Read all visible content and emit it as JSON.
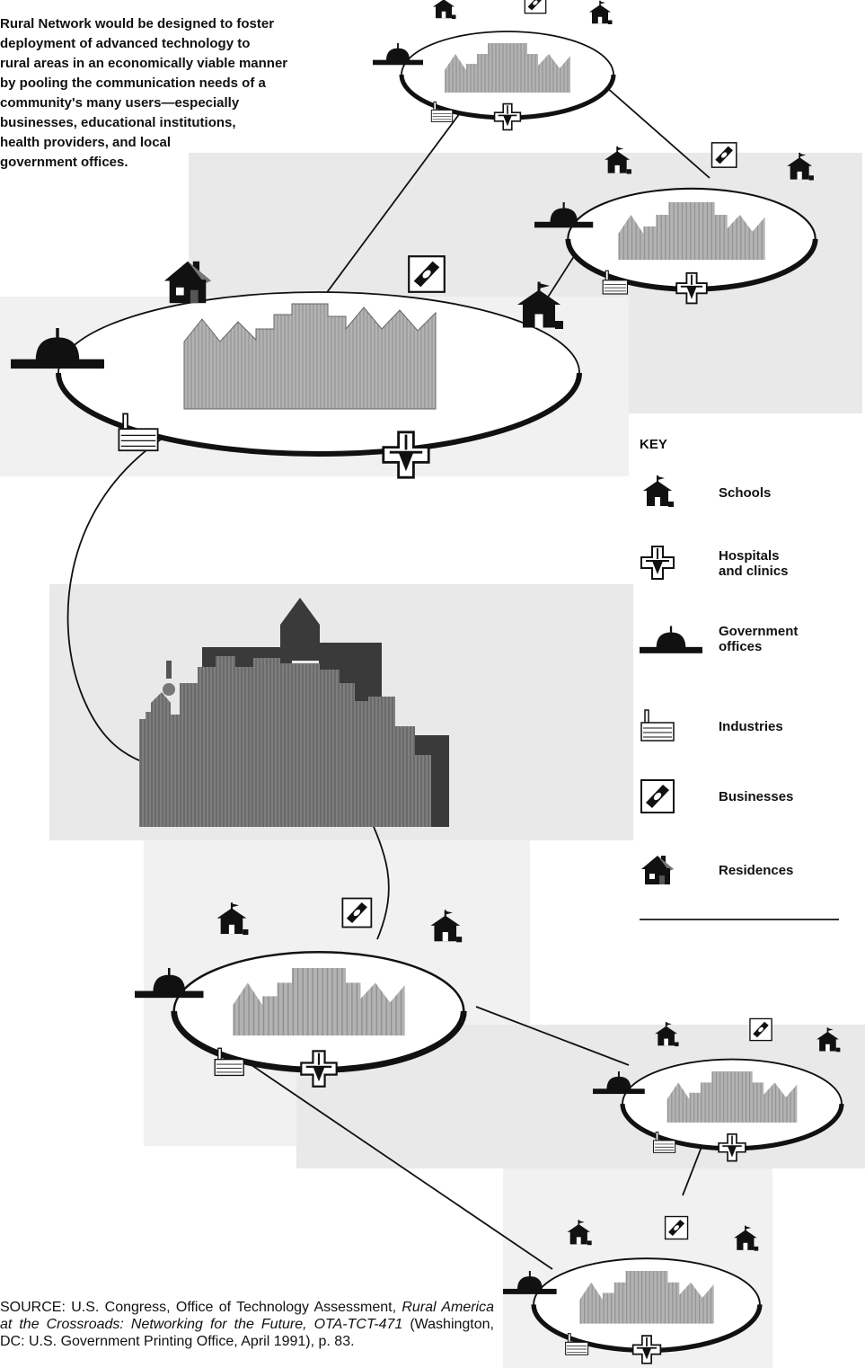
{
  "description": "Rural Network would be designed to foster\ndeployment of advanced technology to\nrural areas in an economically viable manner\nby pooling the communication needs of a\ncommunity's many users—especially\nbusinesses, educational institutions,\nhealth providers, and local\ngovernment offices.",
  "key": {
    "title": "KEY",
    "items": [
      {
        "label": "Schools",
        "icon": "school-icon"
      },
      {
        "label": "Hospitals\nand clinics",
        "icon": "hospital-icon"
      },
      {
        "label": "Government\noffices",
        "icon": "government-icon"
      },
      {
        "label": "Industries",
        "icon": "industry-icon"
      },
      {
        "label": "Businesses",
        "icon": "business-icon"
      },
      {
        "label": "Residences",
        "icon": "residence-icon"
      }
    ]
  },
  "source": {
    "prefix": "SOURCE: U.S. Congress, Office of Technology Assessment, ",
    "title": "Rural America at the Crossroads: Networking for the Future, OTA-TCT-471",
    "suffix": " (Washington, DC: U.S. Government Printing Office, April 1991), p. 83."
  },
  "colors": {
    "accent": "#b3b3b3",
    "ink": "#111111",
    "background": "#ffffff"
  }
}
